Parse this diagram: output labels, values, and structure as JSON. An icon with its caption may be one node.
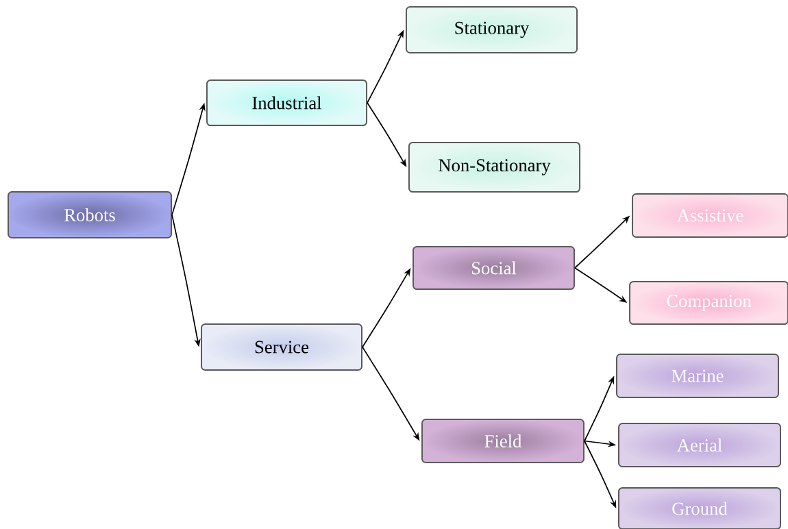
{
  "diagram": {
    "nodes": [
      {
        "text": [
          "Robots"
        ]
      },
      {
        "text": [
          "Industrial"
        ]
      },
      {
        "text": [
          "Stationary"
        ]
      },
      {
        "text": [
          "Non-Stationary"
        ]
      },
      {
        "text": [
          "Service"
        ]
      },
      {
        "text": [
          "Social"
        ]
      },
      {
        "text": [
          "Assistive"
        ]
      },
      {
        "text": [
          "Companion"
        ]
      },
      {
        "text": [
          "Field"
        ]
      },
      {
        "text": [
          "Marine"
        ]
      },
      {
        "text": [
          "Aerial"
        ]
      },
      {
        "text": [
          "Ground"
        ]
      }
    ],
    "edges": [
      {
        "from": 0,
        "to": 1,
        "arrow": "to"
      },
      {
        "from": 0,
        "to": 4,
        "arrow": "to"
      },
      {
        "from": 1,
        "to": 2,
        "arrow": "to"
      },
      {
        "from": 1,
        "to": 3,
        "arrow": "to"
      },
      {
        "from": 4,
        "to": 5,
        "arrow": "to"
      },
      {
        "from": 4,
        "to": 8,
        "arrow": "to"
      },
      {
        "from": 5,
        "to": 6,
        "arrow": "to"
      },
      {
        "from": 5,
        "to": 7,
        "arrow": "to"
      },
      {
        "from": 8,
        "to": 9,
        "arrow": "to"
      },
      {
        "from": 8,
        "to": 10,
        "arrow": "to"
      },
      {
        "from": 8,
        "to": 11,
        "arrow": "to"
      }
    ]
  }
}
